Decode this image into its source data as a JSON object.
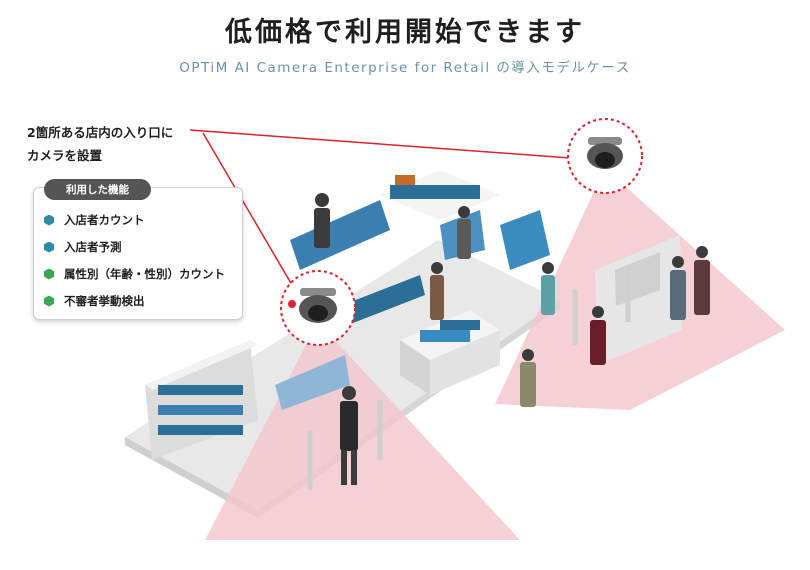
{
  "header": {
    "title": "低価格で利用開始できます",
    "subtitle": "OPTiM AI Camera Enterprise for Retail の導入モデルケース"
  },
  "callout": {
    "line1": "2箇所ある店内の入り口に",
    "line2": "カメラを設置"
  },
  "features": {
    "title": "利用した機能",
    "items": [
      {
        "label": "入店者カウント",
        "color": "#2f8aa8"
      },
      {
        "label": "入店者予測",
        "color": "#2f8aa8"
      },
      {
        "label": "属性別（年齢・性別）カウント",
        "color": "#37a84f"
      },
      {
        "label": "不審者挙動検出",
        "color": "#37a84f"
      }
    ]
  },
  "colors": {
    "camera_highlight": "#e0202a",
    "coverage_zone": "#f2c4cc",
    "floor": "#e8e8e8"
  }
}
